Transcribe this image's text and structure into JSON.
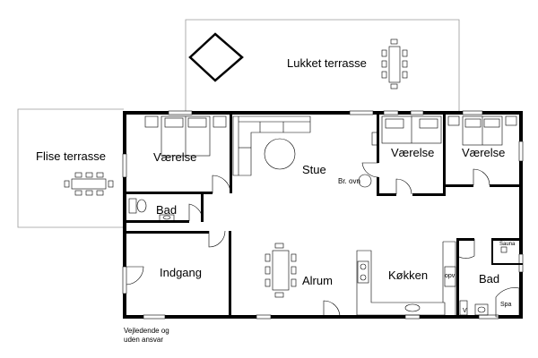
{
  "rooms": {
    "lukket_terrasse": "Lukket terrasse",
    "flise_terrasse": "Flise terrasse",
    "vaerelse_1": "Værelse",
    "vaerelse_2": "Værelse",
    "vaerelse_3": "Værelse",
    "stue": "Stue",
    "bad_1": "Bad",
    "bad_2": "Bad",
    "indgang": "Indgang",
    "alrum": "Alrum",
    "koekken": "Køkken"
  },
  "fixtures": {
    "braendeovn": "Br. ovn",
    "opvask": "opv",
    "sauna": "Sauna",
    "spa": "Spa",
    "vask": "V"
  },
  "disclaimer": {
    "line1": "Vejledende og",
    "line2": "uden ansvar"
  }
}
